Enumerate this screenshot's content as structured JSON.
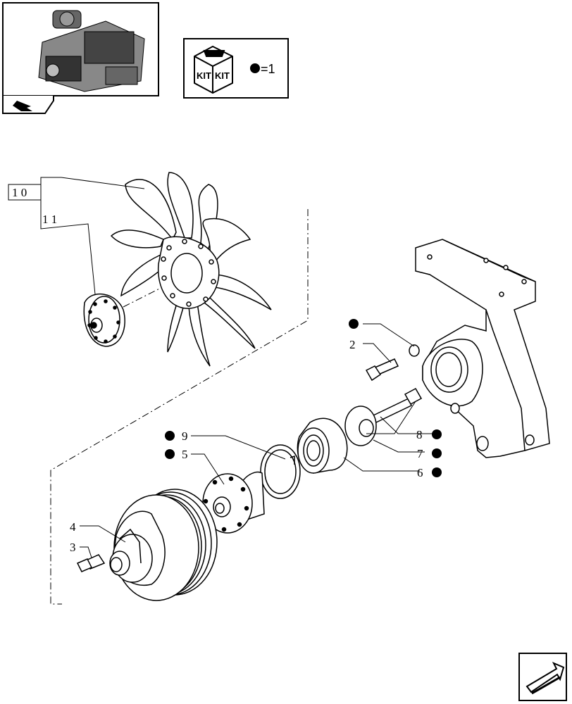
{
  "kit_legend": {
    "kit_label_left": "KIT",
    "kit_label_right": "KIT",
    "equals_text": "=1"
  },
  "labels": {
    "l1": "1",
    "l2": "2",
    "l3": "3",
    "l4": "4",
    "l5": "5",
    "l6": "6",
    "l7": "7",
    "l8": "8",
    "l9": "9",
    "l10": "1 0",
    "l11": "1 1"
  },
  "icons": {
    "engine_thumbnail": "engine-illustration",
    "nav_back": "return-arrow-icon",
    "nav_next": "next-page-arrow-icon",
    "kit_marker": "filled-dot-icon"
  }
}
